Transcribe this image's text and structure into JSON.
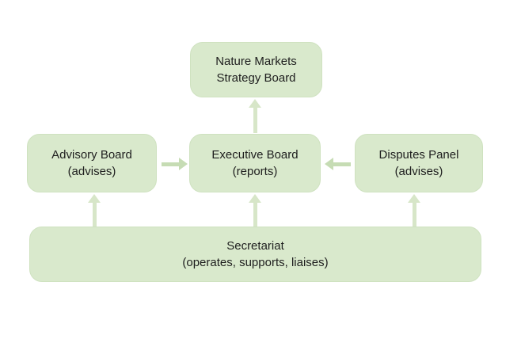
{
  "colors": {
    "background": "#ffffff",
    "box-fill": "#d9e9cc",
    "box-border": "#cfe2c0",
    "arrow-h": "#c6dcb4",
    "arrow-v": "#d7e6c8",
    "text": "#1e1e1e"
  },
  "diagram": {
    "type": "organizational-chart",
    "nodes": {
      "strategy_board": {
        "lines": [
          "Nature Markets",
          "Strategy Board"
        ]
      },
      "advisory_board": {
        "lines": [
          "Advisory Board",
          "(advises)"
        ]
      },
      "executive_board": {
        "lines": [
          "Executive Board",
          "(reports)"
        ]
      },
      "disputes_panel": {
        "lines": [
          "Disputes Panel",
          "(advises)"
        ]
      },
      "secretariat": {
        "lines": [
          "Secretariat",
          "(operates, supports, liaises)"
        ]
      }
    },
    "edges": [
      {
        "from": "executive_board",
        "to": "strategy_board",
        "direction": "up",
        "meaning": "reports"
      },
      {
        "from": "advisory_board",
        "to": "executive_board",
        "direction": "right",
        "meaning": "advises"
      },
      {
        "from": "disputes_panel",
        "to": "executive_board",
        "direction": "left",
        "meaning": "advises"
      },
      {
        "from": "secretariat",
        "to": "advisory_board",
        "direction": "up",
        "meaning": "operates, supports, liaises"
      },
      {
        "from": "secretariat",
        "to": "executive_board",
        "direction": "up",
        "meaning": "operates, supports, liaises"
      },
      {
        "from": "secretariat",
        "to": "disputes_panel",
        "direction": "up",
        "meaning": "operates, supports, liaises"
      }
    ]
  }
}
